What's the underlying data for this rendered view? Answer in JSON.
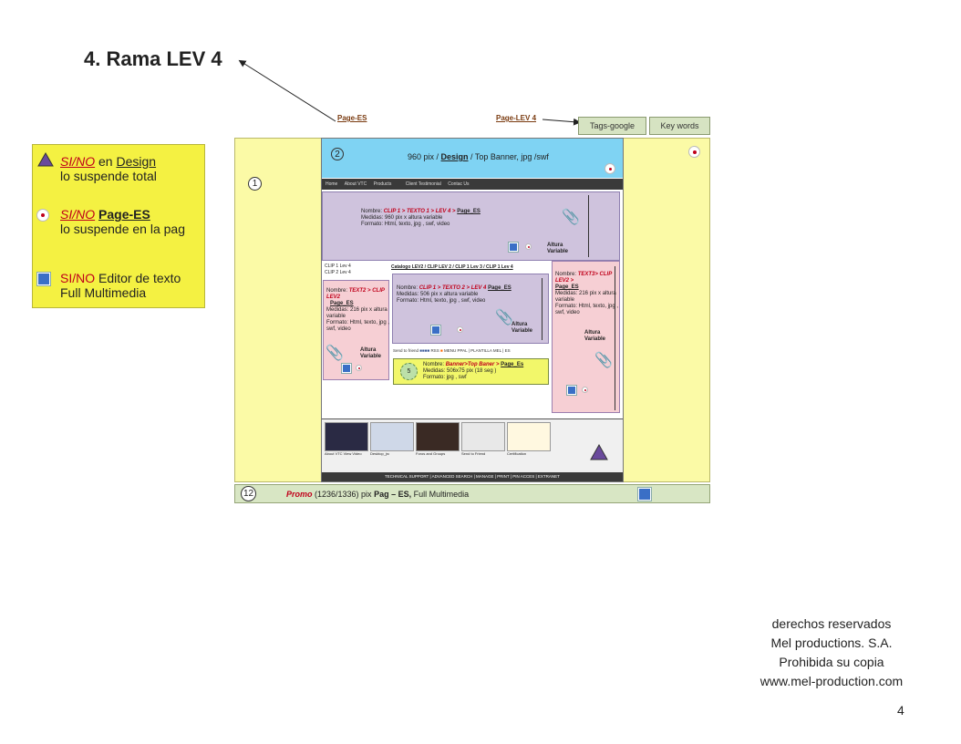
{
  "title": "4. Rama LEV 4",
  "top_links": {
    "page_es": "Page-ES",
    "page_lev4": "Page-LEV 4"
  },
  "tag_buttons": {
    "tags_google": "Tags-google",
    "key_words": "Key words"
  },
  "legend": {
    "item1_a": "SI/NO",
    "item1_b": " en ",
    "item1_c": "Design",
    "item1_d": "lo suspende total",
    "item2_a": "SI/NO",
    "item2_b": "Page-ES",
    "item2_c": "lo suspende en la pag",
    "item3_a": "SI/NO",
    "item3_b": " Editor de texto Full Multimedia"
  },
  "markers": {
    "m1": "1",
    "m2": "2",
    "m12": "12"
  },
  "banner": {
    "text_a": "960 pix / ",
    "text_b": "Design",
    "text_c": " / Top Banner, jpg /swf"
  },
  "nav_items": [
    "Home",
    "About VTC",
    "Products",
    "Client Testimonial",
    "Contac Us"
  ],
  "top_panel": {
    "line1_a": "Nombre: ",
    "line1_b": "CLIP 1 > TEXTO 1 > LEV 4 >",
    "line1_c": "Page_ES",
    "line2": "Medidas: 960 pix x altura variable",
    "line3": "Formato: Html, texto, jpg , swf, video",
    "altura": "Altura Variable"
  },
  "sidebar_links": [
    "CLIP 1 Lev 4",
    "CLIP 2 Lev 4"
  ],
  "breadcrumb": "Catalogo LEV2 / CLIP LEV 2 / CLIP 1 Lev 3 / CLIP 1 Lev 4",
  "left_panel": {
    "line1_a": "Nombre: ",
    "line1_b": "TEXT2 > CLIP LEV2",
    "line1_c": "Page_ES",
    "line2": "Medidas: 216 pix x altura variable",
    "line3": "Formato: Html, texto, jpg , swf, video",
    "altura": "Altura Variable"
  },
  "center_panel": {
    "line1_a": "Nombre: ",
    "line1_b": "CLIP 1 > TEXTO 2 > LEV 4",
    "line1_c": "Page_ES",
    "line2": "Medidas: 506 pix x altura variable",
    "line3": "Formato: Html, texto, jpg , swf, video",
    "altura": "Altura Variable"
  },
  "right_panel": {
    "line1_a": "Nombre: ",
    "line1_b": "TEXT3> CLIP LEV2 >",
    "line1_c": "Page_ES",
    "line2": "Medidas: 216 pix x altura variable",
    "line3": "Formato: Html, texto, jpg , swf, video",
    "altura": "Altura Variable"
  },
  "share_bar": {
    "send": "Send to friend",
    "rss": "RSS",
    "menu": "MENU PPAL | PLANTILLA MEL | ES"
  },
  "banner_box": {
    "badge": "5",
    "line1_a": "Nombre: ",
    "line1_b": "Banner>Top Baner >",
    "line1_c": "Page_Es",
    "line2": "Medidas: 506x75 pix  (18 seg )",
    "line3": "Formato: jpg , swf"
  },
  "thumbs": [
    "About VTC View Video",
    "Desktop_jrc",
    "Foros and Groups",
    "Send to Friend",
    "Certification"
  ],
  "bottom_bar": "TECHNICAL SUPPORT | ADVANCED SEARCH | MANAGE | PRINT | PIN ACCES | EXTRANET",
  "promo": {
    "a": "Promo",
    "b": " (1236/1336) pix ",
    "c": "Pag – ES,",
    "d": " Full Multimedia"
  },
  "footer": {
    "l1": "derechos reservados",
    "l2": "Mel productions. S.A.",
    "l3": "Prohibida su copia",
    "l4": "www.mel-production.com"
  },
  "page_number": "4",
  "colors": {
    "legend_bg": "#f4f142",
    "outer_bg": "#fbfaa6",
    "banner_bg": "#7fd3f3",
    "lilac": "#cfc3dd",
    "pink": "#f6cfd4",
    "promo_bg": "#d8e6c4"
  }
}
